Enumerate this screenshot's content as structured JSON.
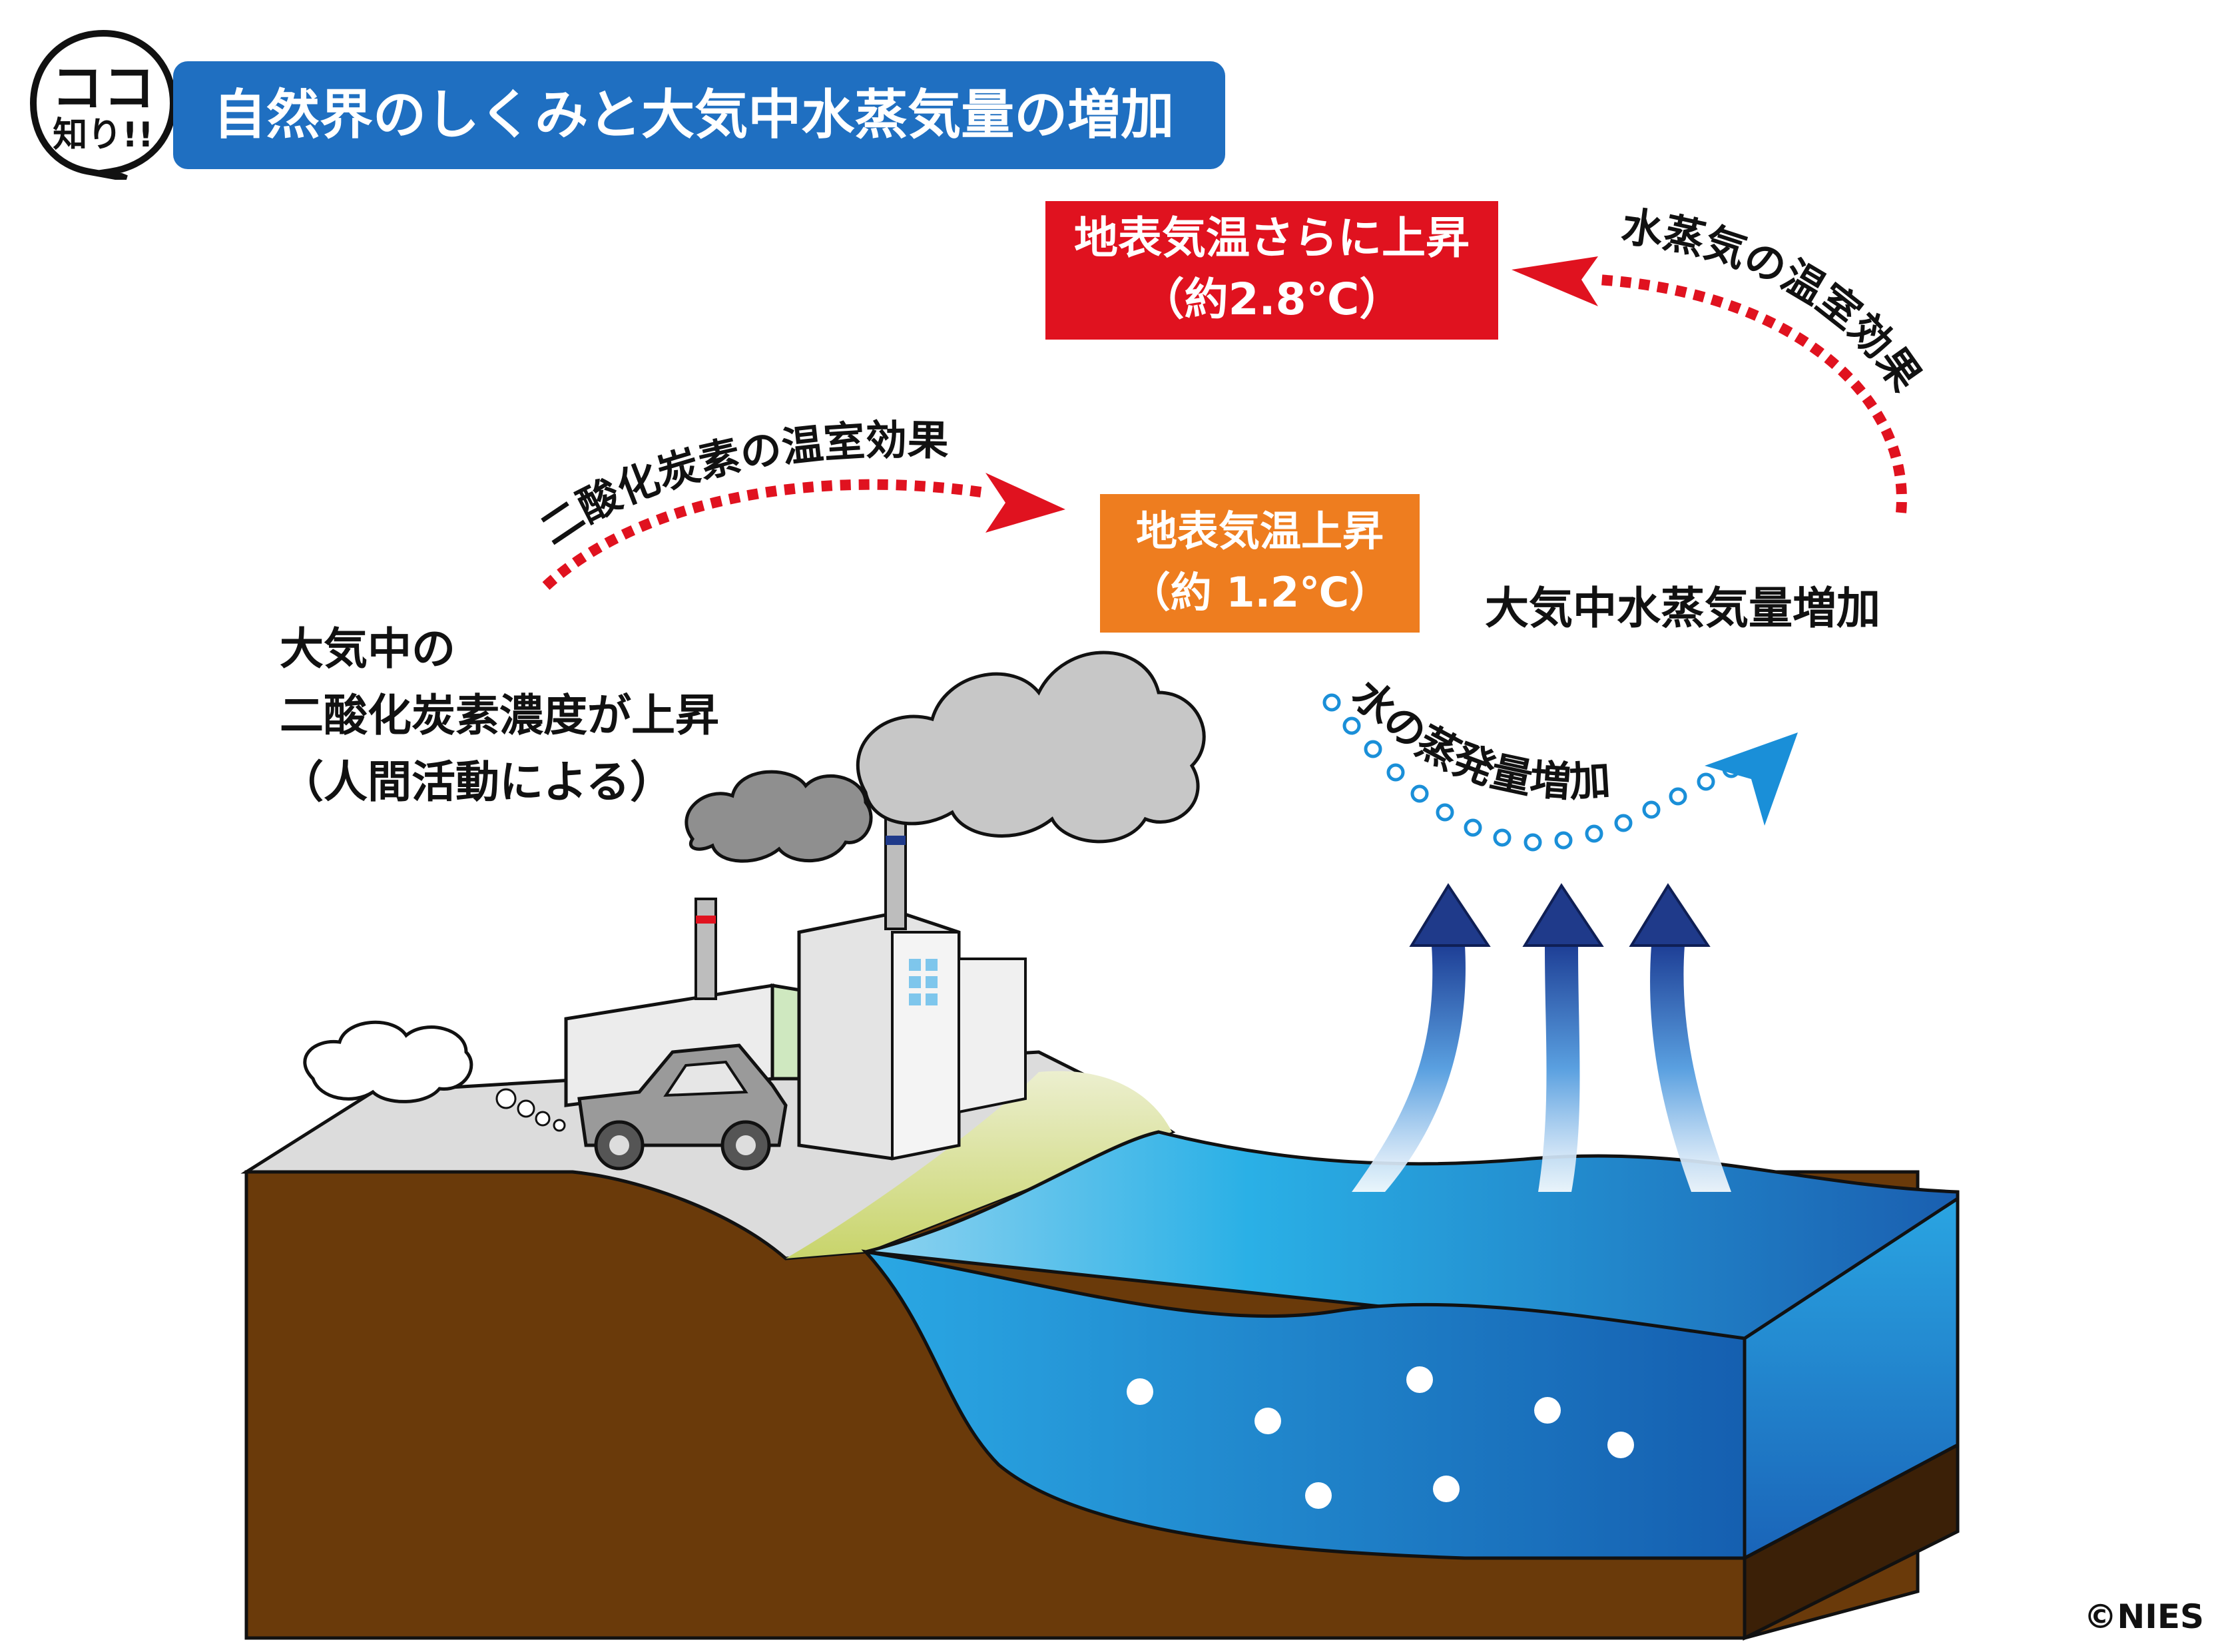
{
  "badge": {
    "line1": "ココ",
    "line2": "知り!!"
  },
  "title": "自然界のしくみと大気中水蒸気量の増加",
  "boxes": {
    "red": {
      "line1": "地表気温さらに上昇",
      "line2": "（約2.8℃）"
    },
    "orange": {
      "line1": "地表気温上昇",
      "line2": "（約 1.2℃）"
    }
  },
  "labels": {
    "co2_concentration": [
      "大気中の",
      "二酸化炭素濃度が上昇",
      "（人間活動による）"
    ],
    "water_vapor_increase": "大気中水蒸気量増加",
    "co2_greenhouse": "二酸化炭素の温室効果",
    "vapor_greenhouse": "水蒸気の温室効果",
    "evaporation": "水の蒸発量増加"
  },
  "copyright": "©NIES",
  "colors": {
    "title_blue": "#1f6fc1",
    "red_box": "#e0121f",
    "orange_box": "#ee7d1f",
    "arrow_red": "#e0121f",
    "arrow_blue": "#1a8fd8",
    "earth_brown": "#6a3a0a",
    "sea_blue": "#1fa3e0",
    "evap_arrow": "#1f3a8a"
  }
}
